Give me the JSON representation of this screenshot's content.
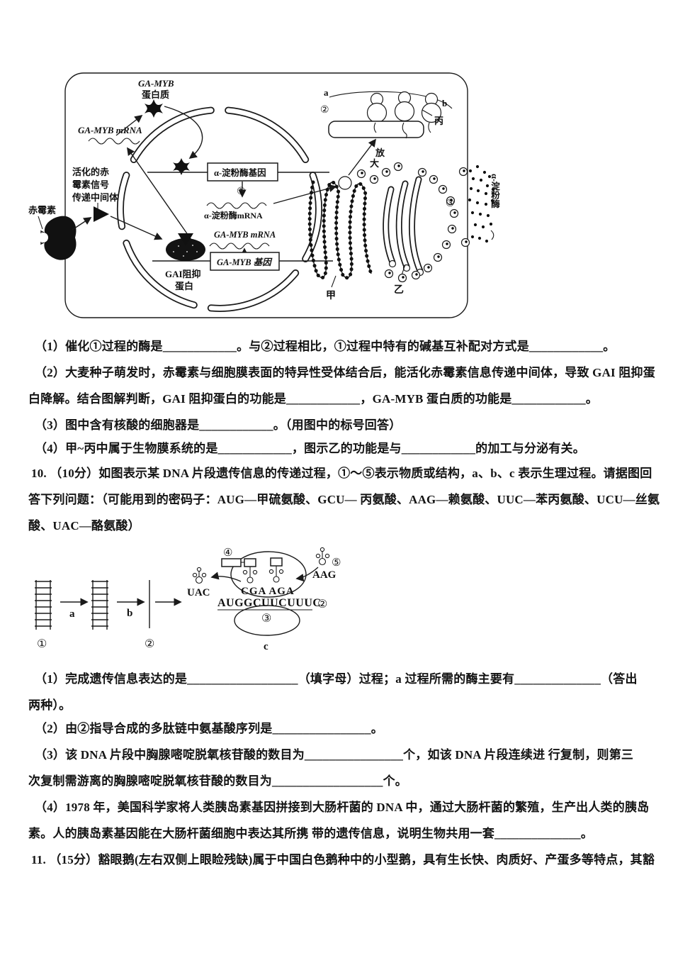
{
  "document": {
    "lines": [
      "（1）催化①过程的酶是____________。与②过程相比，①过程中特有的碱基互补配对方式是____________。",
      "（2）大麦种子萌发时，赤霉素与细胞膜表面的特异性受体结合后，能活化赤霉素信息传递中间体，导致 GAI 阻抑蛋",
      "白降解。结合图解判断，GAI 阻抑蛋白的功能是____________，GA-MYB 蛋白质的功能是____________。",
      "（3）图中含有核酸的细胞器是____________。（用图中的标号回答）",
      "（4）甲~丙中属于生物膜系统的是____________，图示乙的功能是与____________的加工与分泌有关。",
      "10. （10分）如图表示某 DNA 片段遗传信息的传递过程，①～⑤表示物质或结构，a、b、c 表示生理过程。请据图回",
      "答下列问题：（可能用到的密码子：AUG—甲硫氨酸、GCU— 丙氨酸、AAG—赖氨酸、UUC—苯丙氨酸、UCU—丝氨",
      "酸、UAC—酪氨酸）",
      "（1）完成遗传信息表达的是__________________（填字母）过程；a 过程所需的酶主要有______________（答出",
      "两种）。",
      "（2）由②指导合成的多肽链中氨基酸序列是________________。",
      "（3）该 DNA 片段中胸腺嘧啶脱氧核苷酸的数目为________________个，如该 DNA 片段连续进 行复制，则第三",
      "次复制需游离的胸腺嘧啶脱氧核苷酸的数目为__________________个。",
      "（4）1978 年，美国科学家将人类胰岛素基因拼接到大肠杆菌的 DNA 中，通过大肠杆菌的繁殖，生产出人类的胰岛",
      "素。人的胰岛素基因能在大肠杆菌细胞中表达其所携 带的遗传信息，说明生物共用一套______________。",
      "11. （15分）豁眼鹅(左右双侧上眼睑残缺)属于中国白色鹅种中的小型鹅，具有生长快、肉质好、产蛋多等特点，其豁"
    ]
  },
  "figure1": {
    "labels": {
      "ga_myb_protein_1": "GA-MYB",
      "ga_myb_protein_2": "蛋白质",
      "ga_myb_mrna_cyto": "GA-MYB mRNA",
      "activated_1": "活化的赤",
      "activated_2": "霉素信号",
      "activated_3": "传递中间体",
      "gibberellin": "赤霉素",
      "amylase_gene": "α-淀粉酶基因",
      "step1": "①",
      "amylase_mrna": "α-淀粉酶mRNA",
      "ga_myb_mrna_nuc": "GA-MYB mRNA",
      "ga_myb_gene": "GA-MYB 基因",
      "gai_1": "GAI阻抑",
      "gai_2": "蛋白",
      "er": "甲",
      "golgi": "乙",
      "step3": "③",
      "secreted_amylase": "α-淀粉酶",
      "magnify_1": "放",
      "magnify_2": "大",
      "inset_a": "a",
      "inset_b": "b",
      "inset_bing": "丙",
      "inset_step2": "②"
    }
  },
  "figure2": {
    "labels": {
      "dna_num": "①",
      "mrna_num": "②",
      "proc_a": "a",
      "proc_b": "b",
      "proc_c": "c",
      "peptide_num": "④",
      "trna_num": "⑤",
      "ribosome_num": "③",
      "mrna_seq_num": "②",
      "uac": "UAC",
      "aag": "AAG",
      "anticodons": "CGA AGA",
      "mrna_seq": "AUGGCUUCUUUC"
    }
  }
}
